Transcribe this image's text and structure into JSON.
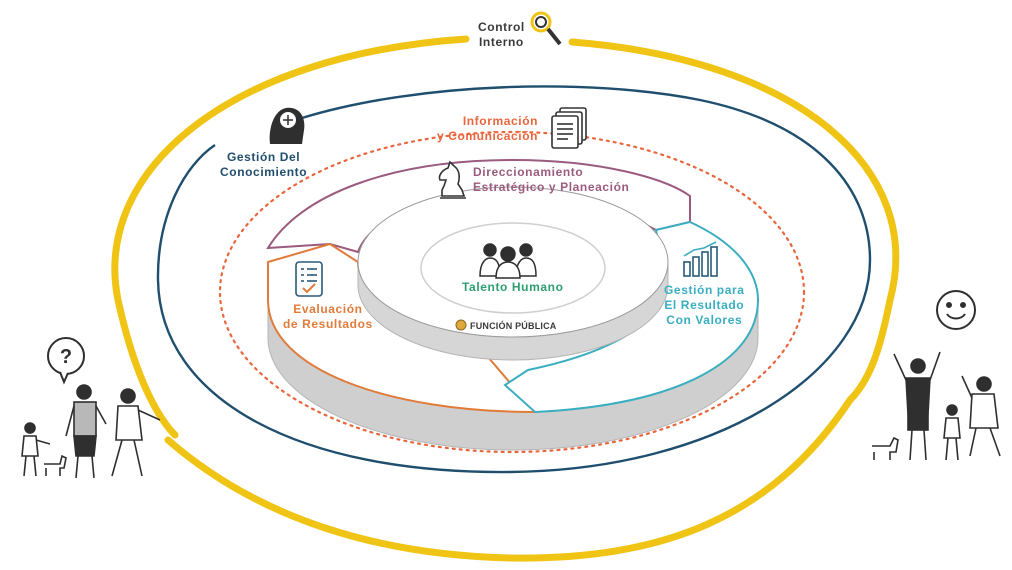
{
  "colors": {
    "control_interno": "#f0c415",
    "gestion_conocimiento": "#1f4e6e",
    "informacion_comunicacion": "#e9653b",
    "direccionamiento": "#9b5b7e",
    "gestion_resultado": "#3aaec1",
    "evaluacion": "#e07b39",
    "talento_humano": "#2e9f6f",
    "base_gray": "#cfcfcf",
    "text_dark": "#3a3a3a"
  },
  "labels": {
    "control_interno": [
      "Control",
      "Interno"
    ],
    "gestion_conocimiento": [
      "Gestión Del",
      "Conocimiento"
    ],
    "informacion_comunicacion": [
      "Información",
      "y Comunicación"
    ],
    "direccionamiento": [
      "Direccionamiento",
      "Estratégico y Planeación"
    ],
    "gestion_resultado": [
      "Gestión para",
      "El Resultado",
      "Con Valores"
    ],
    "evaluacion": [
      "Evaluación",
      "de Resultados"
    ],
    "talento_humano": "Talento Humano",
    "funcion_publica": "FUNCIÓN PÚBLICA"
  },
  "icons": {
    "control_interno": "magnifier-icon",
    "gestion_conocimiento": "thinking-head-icon",
    "informacion_comunicacion": "documents-icon",
    "direccionamiento": "chess-knight-icon",
    "gestion_resultado": "bar-chart-icon",
    "evaluacion": "checklist-icon",
    "talento_humano": "people-group-icon",
    "question": "question-bubble-icon",
    "smile": "smiley-icon"
  }
}
